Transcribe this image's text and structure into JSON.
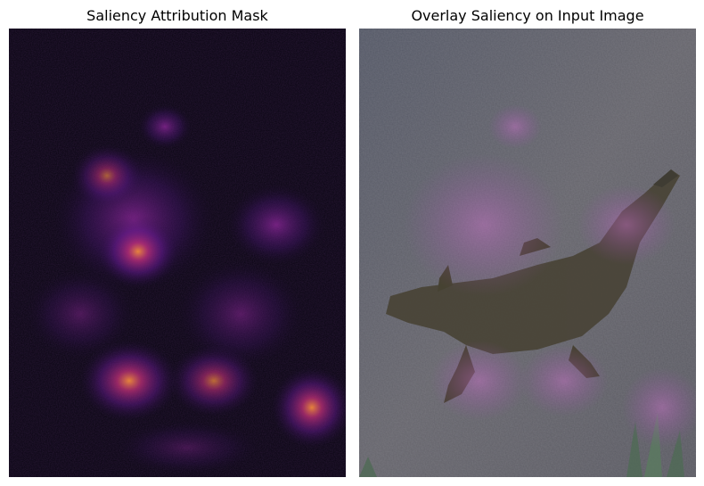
{
  "figure": {
    "left_panel": {
      "title": "Saliency Attribution Mask",
      "image_subject": "saliency heatmap (magma colormap) with hotspots on dark background",
      "colors": {
        "background": "#07040f",
        "low": "#2a0f4a",
        "mid": "#7b1fa2",
        "high": "#f08a3c"
      }
    },
    "right_panel": {
      "title": "Overlay Saliency on Input Image",
      "image_subject": "crocodile lying on grey sandy ground with purple saliency overlay",
      "colors": {
        "ground": "#5c5d66",
        "crocodile": "#4a4538",
        "overlay": "#a04ab4",
        "plants": "#4f6a55"
      }
    }
  }
}
